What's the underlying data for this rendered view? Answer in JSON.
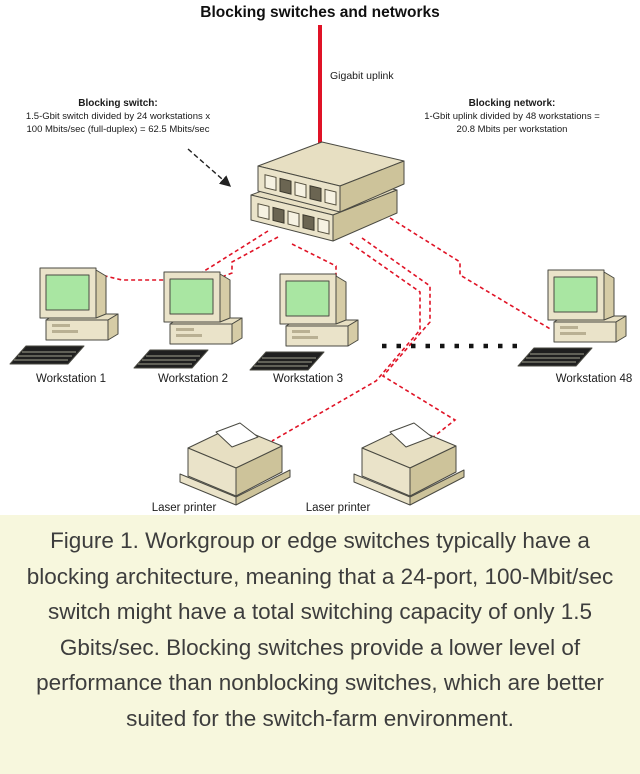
{
  "title": "Blocking switches and networks",
  "uplink_label": "Gigabit uplink",
  "annotations": {
    "left": {
      "heading": "Blocking switch:",
      "line1": "1.5-Gbit switch divided by 24 workstations x",
      "line2": "100 Mbits/sec (full-duplex) = 62.5 Mbits/sec"
    },
    "right": {
      "heading": "Blocking network:",
      "line1": "1-Gbit uplink divided by 48 workstations =",
      "line2": "20.8 Mbits per workstation"
    }
  },
  "diagram": {
    "workstations": [
      {
        "label": "Workstation 1"
      },
      {
        "label": "Workstation 2"
      },
      {
        "label": "Workstation 3"
      },
      {
        "label": "Workstation 48"
      }
    ],
    "printers": [
      {
        "label": "Laser printer"
      },
      {
        "label": "Laser printer"
      }
    ]
  },
  "caption": "Figure 1. Workgroup or edge switches typically have a blocking architecture, meaning that a 24-port, 100-Mbit/sec switch might have a total switching capacity of only 1.5 Gbits/sec. Blocking switches provide a lower level of performance than nonblocking switches, which are better suited for the switch-farm environment.",
  "colors": {
    "red": "#e01326",
    "caption-bg": "#f7f7dd",
    "caption-ink": "#3d3d3d",
    "beige": "#eae3c9",
    "screen": "#a9e6a2"
  }
}
